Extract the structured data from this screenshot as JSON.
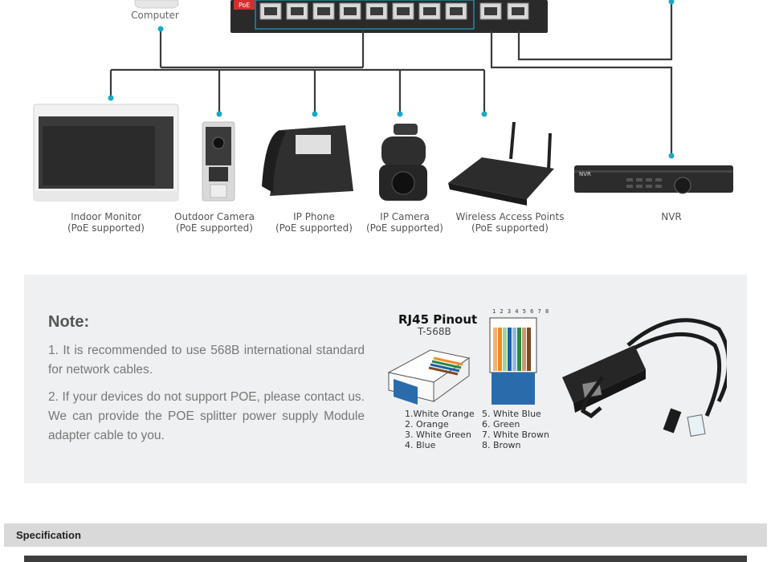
{
  "topology": {
    "computer_label": "Computer",
    "devices": [
      {
        "line1": "Indoor Monitor",
        "line2": "(PoE supported)"
      },
      {
        "line1": "Outdoor Camera",
        "line2": "(PoE supported)"
      },
      {
        "line1": "IP Phone",
        "line2": "(PoE supported)"
      },
      {
        "line1": "IP Camera",
        "line2": "(PoE supported)"
      },
      {
        "line1": "Wireless Access Points",
        "line2": "(PoE supported)"
      },
      {
        "line1": "NVR",
        "line2": ""
      }
    ],
    "switch_badge": "PoE",
    "colors": {
      "connector_line": "#3a3a3a",
      "node": "#19a9c6",
      "switch_body": "#2a2a2a"
    }
  },
  "note": {
    "title": "Note:",
    "p1": "1. It is recommended to use 568B international standard for network cables.",
    "p2": "2. If your devices do not support POE, please contact us. We can provide the POE splitter power supply Module adapter cable to you."
  },
  "pinout": {
    "title": "RJ45 Pinout",
    "subtitle": "T-568B",
    "pin_numbers": "1 2 3 4 5 6 7 8",
    "left": [
      "1.White Orange",
      "2. Orange",
      "3. White Green",
      "4. Blue"
    ],
    "right": [
      "5. White Blue",
      "6. Green",
      "7. White Brown",
      "8. Brown"
    ]
  },
  "spec": {
    "label": "Specification"
  }
}
